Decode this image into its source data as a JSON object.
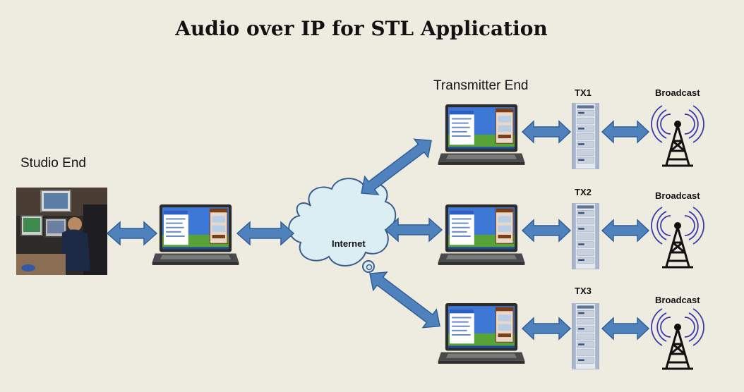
{
  "title": "Audio over IP for STL Application",
  "studio": {
    "label": "Studio End"
  },
  "transmitter": {
    "label": "Transmitter End"
  },
  "network": {
    "label": "Internet"
  },
  "transmitters": [
    {
      "name": "TX1",
      "broadcast": "Broadcast"
    },
    {
      "name": "TX2",
      "broadcast": "Broadcast"
    },
    {
      "name": "TX3",
      "broadcast": "Broadcast"
    }
  ],
  "colors": {
    "arrow_fill": "#4f81bd",
    "arrow_stroke": "#2f5f96",
    "cloud_fill": "#dbeef4",
    "cloud_stroke": "#3b5e8c",
    "antenna": "#111111",
    "waves": "#3a3aa8",
    "background": "#eeece1"
  }
}
